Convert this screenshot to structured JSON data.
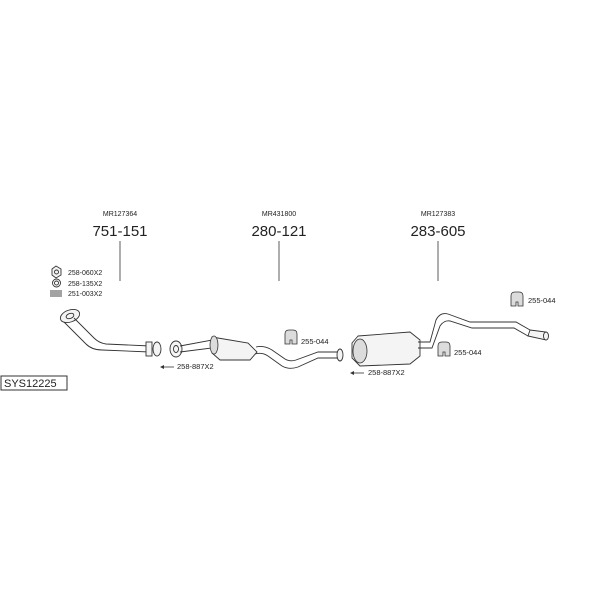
{
  "assemblies": [
    {
      "ref": "MR127364",
      "number": "751-151"
    },
    {
      "ref": "MR431800",
      "number": "280-121"
    },
    {
      "ref": "MR127383",
      "number": "283-605"
    }
  ],
  "legend": [
    {
      "icon": "nut-icon",
      "label": "258-060X2"
    },
    {
      "icon": "ring-icon",
      "label": "258-135X2"
    },
    {
      "icon": "spring-icon",
      "label": "251-003X2"
    }
  ],
  "callouts": {
    "clamp_left": "258-887X2",
    "clamp_right": "258-887X2",
    "hanger_front": "255-044",
    "hanger_mid": "255-044",
    "hanger_rear": "255-044"
  },
  "system_code": "SYS12225"
}
